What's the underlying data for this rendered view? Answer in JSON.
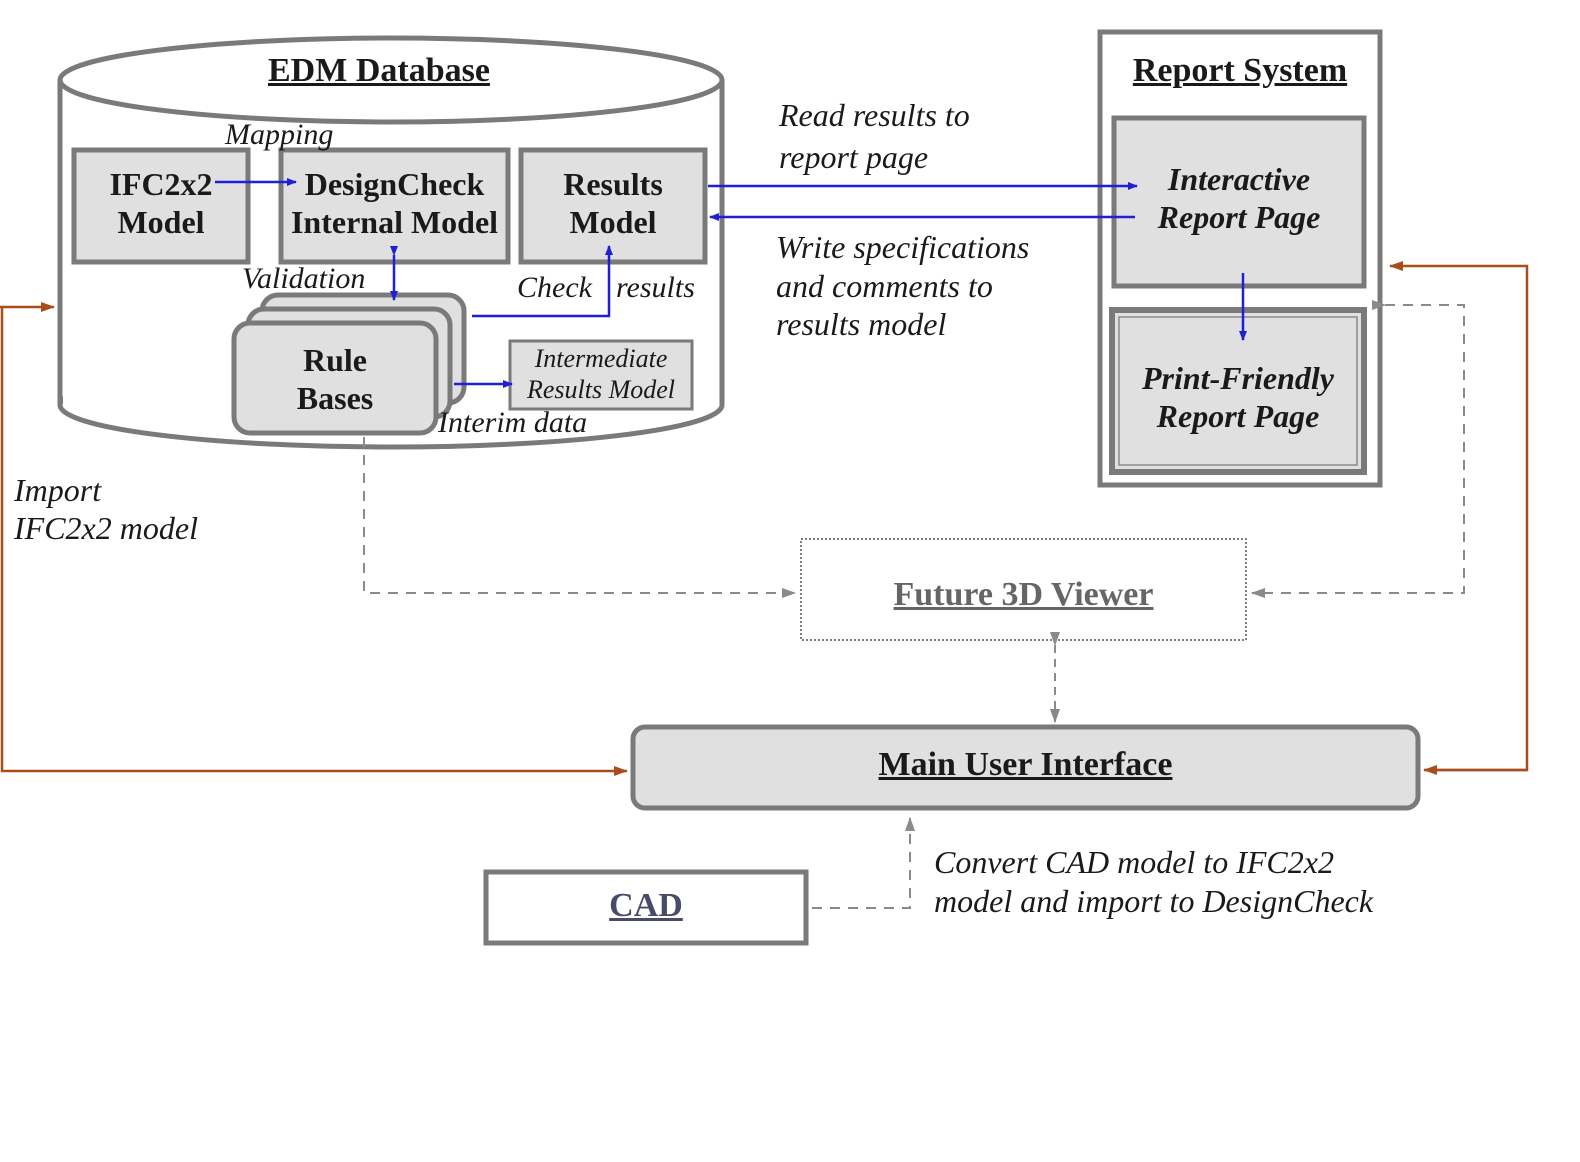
{
  "diagram": {
    "colors": {
      "box_fill": "#e0e0e0",
      "box_stroke": "#7a7a7a",
      "blue_arrow": "#1f1fd6",
      "brown_arrow": "#a84e1e",
      "dashed_arrow": "#8a8a8a"
    },
    "edm_database": {
      "title": "EDM Database",
      "ifc_model": {
        "line1": "IFC2x2",
        "line2": "Model"
      },
      "designcheck_model": {
        "line1": "DesignCheck",
        "line2": "Internal Model"
      },
      "results_model": {
        "line1": "Results",
        "line2": "Model"
      },
      "rule_bases": {
        "line1": "Rule",
        "line2": "Bases"
      },
      "intermediate_results": {
        "line1": "Intermediate",
        "line2": "Results Model"
      },
      "labels": {
        "mapping": "Mapping",
        "validation": "Validation",
        "check": "Check",
        "results": "results",
        "interim_data": "Interim data"
      }
    },
    "report_system": {
      "title": "Report System",
      "interactive": {
        "line1": "Interactive",
        "line2": "Report Page"
      },
      "print_friendly": {
        "line1": "Print-Friendly",
        "line2": "Report Page"
      }
    },
    "flows": {
      "read_results": {
        "line1": "Read results to",
        "line2": "report page"
      },
      "write_specs": {
        "line1": "Write specifications",
        "line2": "and comments to",
        "line3": "results model"
      },
      "import_ifc": {
        "line1": "Import",
        "line2": "IFC2x2 model"
      },
      "convert_cad": {
        "line1": "Convert CAD model to IFC2x2",
        "line2": "model and import to DesignCheck"
      }
    },
    "future_viewer": {
      "label": "Future 3D Viewer"
    },
    "main_ui": {
      "label": "Main User Interface"
    },
    "cad": {
      "label": "CAD"
    }
  }
}
